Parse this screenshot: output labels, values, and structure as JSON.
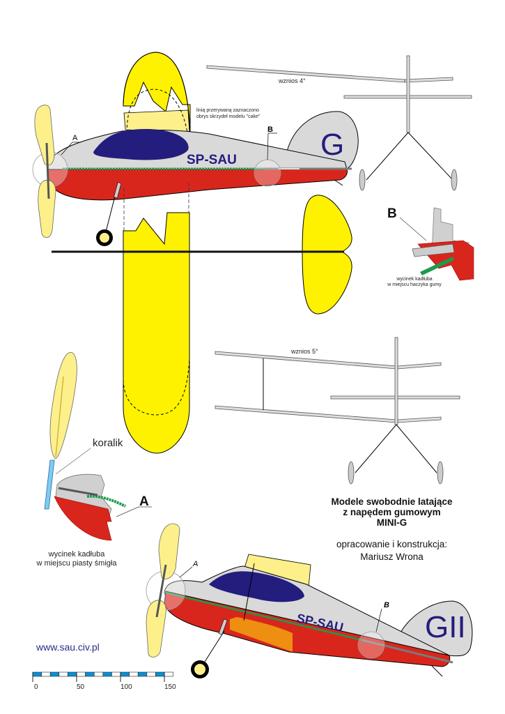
{
  "drawing": {
    "title_lines": [
      "Modele swobodnie latające",
      "z napędem gumowym",
      "MINI-G"
    ],
    "author_label": "opracowanie i konstrukcja:",
    "author_name": "Mariusz Wrona",
    "website": "www.sau.civ.pl"
  },
  "top_view": {
    "registration": "SP-SAU",
    "tail_letter": "G",
    "label_a": "A",
    "label_b": "B",
    "dashed_note_line1": "linią przerywaną zaznaczono",
    "dashed_note_line2": "obrys skrzydeł modelu \"cake\""
  },
  "front_view_top": {
    "dihedral_label": "wznios 4°"
  },
  "front_view_bottom": {
    "dihedral_label": "wznios 5°"
  },
  "detail_b": {
    "label": "B",
    "caption_line1": "wycinek kadłuba",
    "caption_line2": "w miejscu haczyka gumy"
  },
  "detail_a": {
    "label": "A",
    "bead_label": "koralik",
    "caption_line1": "wycinek kadłuba",
    "caption_line2": "w miejscu piasty śmigła"
  },
  "bottom_view": {
    "registration": "SP-SAU",
    "tail_letter": "GII",
    "label_a": "A",
    "label_b": "B"
  },
  "scale_bar": {
    "unit": "mm",
    "ticks": [
      "0",
      "50",
      "100",
      "150"
    ],
    "segments": 16
  },
  "colors": {
    "fuselage_top": "#d9d9d9",
    "fuselage_bottom": "#d9261c",
    "canopy": "#231d7e",
    "wing": "#fff200",
    "propeller": "#fdf08a",
    "rubber": "#1d9a4c",
    "accent_blue": "#0b8fd6",
    "orange_panel": "#ee8f12",
    "text_navy": "#2b2a8c"
  }
}
